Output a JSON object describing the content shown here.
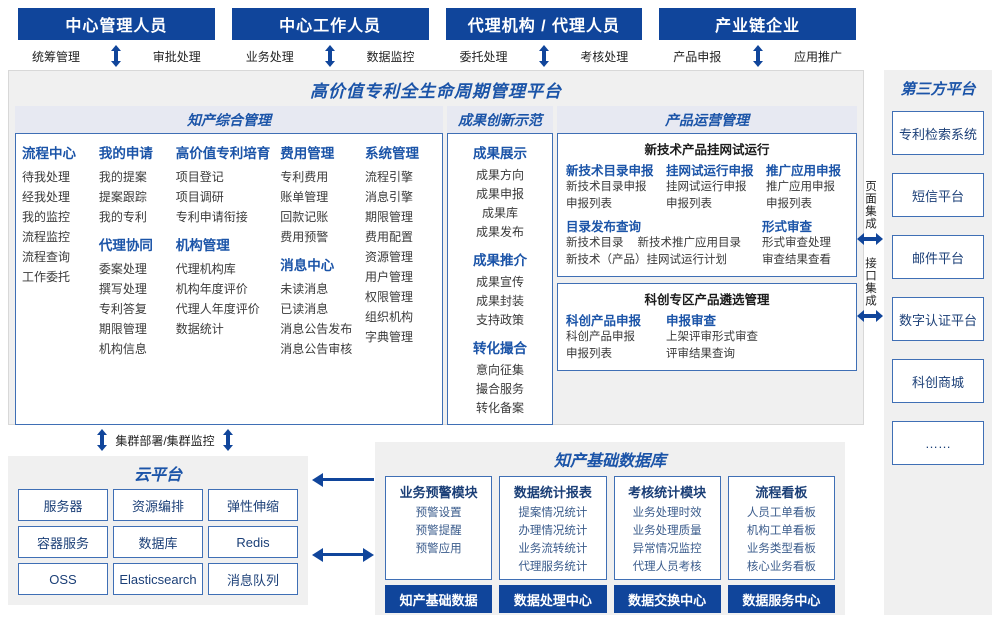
{
  "roles": [
    {
      "title": "中心管理人员",
      "left": "统筹管理",
      "right": "审批处理"
    },
    {
      "title": "中心工作人员",
      "left": "业务处理",
      "right": "数据监控"
    },
    {
      "title": "代理机构 / 代理人员",
      "left": "委托处理",
      "right": "考核处理"
    },
    {
      "title": "产业链企业",
      "left": "产品申报",
      "right": "应用推广"
    }
  ],
  "platform": {
    "title": "高价值专利全生命周期管理平台",
    "groups": {
      "zhichan": {
        "title": "知产综合管理",
        "columns": [
          {
            "blocks": [
              {
                "head": "流程中心",
                "items": [
                  "待我处理",
                  "经我处理",
                  "我的监控",
                  "流程监控",
                  "流程查询",
                  "工作委托"
                ]
              }
            ]
          },
          {
            "blocks": [
              {
                "head": "我的申请",
                "items": [
                  "我的提案",
                  "提案跟踪",
                  "我的专利"
                ]
              },
              {
                "head": "代理协同",
                "items": [
                  "委案处理",
                  "撰写处理",
                  "专利答复",
                  "期限管理",
                  "机构信息"
                ]
              }
            ]
          },
          {
            "blocks": [
              {
                "head": "高价值专利培育",
                "items": [
                  "项目登记",
                  "项目调研",
                  "专利申请衔接"
                ]
              },
              {
                "head": "机构管理",
                "items": [
                  "代理机构库",
                  "机构年度评价",
                  "代理人年度评价",
                  "数据统计"
                ]
              }
            ]
          },
          {
            "blocks": [
              {
                "head": "费用管理",
                "items": [
                  "专利费用",
                  "账单管理",
                  "回款记账",
                  "费用预警"
                ]
              },
              {
                "head": "消息中心",
                "items": [
                  "未读消息",
                  "已读消息",
                  "消息公告发布",
                  "消息公告审核"
                ]
              }
            ]
          },
          {
            "blocks": [
              {
                "head": "系统管理",
                "items": [
                  "流程引擎",
                  "消息引擎",
                  "期限管理",
                  "费用配置",
                  "资源管理",
                  "用户管理",
                  "权限管理",
                  "组织机构",
                  "字典管理"
                ]
              }
            ]
          }
        ]
      },
      "chengguo": {
        "title": "成果创新示范",
        "blocks": [
          {
            "head": "成果展示",
            "items": [
              "成果方向",
              "成果申报",
              "成果库",
              "成果发布"
            ]
          },
          {
            "head": "成果推介",
            "items": [
              "成果宣传",
              "成果封装",
              "支持政策"
            ]
          },
          {
            "head": "转化撮合",
            "items": [
              "意向征集",
              "撮合服务",
              "转化备案"
            ]
          }
        ]
      },
      "chanpin": {
        "title": "产品运营管理",
        "sub1": {
          "title": "新技术产品挂网试运行",
          "row1": [
            {
              "head": "新技术目录申报",
              "items": [
                "新技术目录申报",
                "申报列表"
              ]
            },
            {
              "head": "挂网试运行申报",
              "items": [
                "挂网试运行申报",
                "申报列表"
              ]
            },
            {
              "head": "推广应用申报",
              "items": [
                "推广应用申报",
                "申报列表"
              ]
            }
          ],
          "row2_left": {
            "head": "目录发布查询",
            "items_inline": [
              "新技术目录",
              "新技术推广应用目录"
            ],
            "items": [
              "新技术（产品）挂网试运行计划"
            ]
          },
          "row2_right": {
            "head": "形式审查",
            "items": [
              "形式审查处理",
              "审查结果查看"
            ]
          }
        },
        "sub2": {
          "title": "科创专区产品遴选管理",
          "cols": [
            {
              "head": "科创产品申报",
              "items": [
                "科创产品申报",
                "申报列表"
              ]
            },
            {
              "head": "申报审查",
              "items": [
                "上架评审形式审查",
                "评审结果查询"
              ]
            }
          ]
        }
      }
    }
  },
  "integration": [
    {
      "label": "页面集成"
    },
    {
      "label": "接口集成"
    }
  ],
  "third_party": {
    "title": "第三方平台",
    "items": [
      "专利检索系统",
      "短信平台",
      "邮件平台",
      "数字认证平台",
      "科创商城",
      "……"
    ]
  },
  "cluster_label": "集群部署/集群监控",
  "cloud": {
    "title": "云平台",
    "items": [
      "服务器",
      "资源编排",
      "弹性伸缩",
      "容器服务",
      "数据库",
      "Redis",
      "OSS",
      "Elasticsearch",
      "消息队列"
    ]
  },
  "database": {
    "title": "知产基础数据库",
    "columns": [
      {
        "head": "业务预警模块",
        "items": [
          "预警设置",
          "预警提醒",
          "预警应用"
        ],
        "footer": "知产基础数据"
      },
      {
        "head": "数据统计报表",
        "items": [
          "提案情况统计",
          "办理情况统计",
          "业务流转统计",
          "代理服务统计"
        ],
        "footer": "数据处理中心"
      },
      {
        "head": "考核统计模块",
        "items": [
          "业务处理时效",
          "业务处理质量",
          "异常情况监控",
          "代理人员考核"
        ],
        "footer": "数据交换中心"
      },
      {
        "head": "流程看板",
        "items": [
          "人员工单看板",
          "机构工单看板",
          "业务类型看板",
          "核心业务看板"
        ],
        "footer": "数据服务中心"
      }
    ]
  },
  "colors": {
    "brand_blue": "#10459b",
    "title_blue": "#1b54a8",
    "border_blue": "#3f6fb5",
    "panel_gray": "#f0f0f0",
    "header_lavender": "#e7e9f2"
  }
}
